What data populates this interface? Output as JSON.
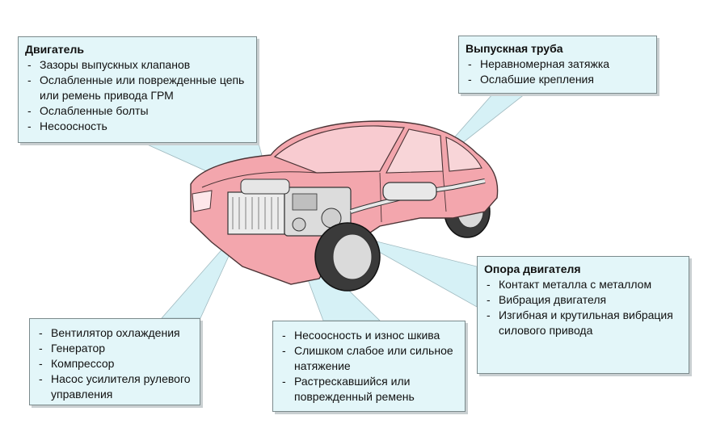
{
  "callouts": {
    "engine": {
      "title": "Двигатель",
      "items": [
        "Зазоры выпускных клапанов",
        "Ослабленные или поврежденные цепь или ремень привода ГРМ",
        "Ослабленные болты",
        "Несоосность"
      ]
    },
    "exhaust": {
      "title": "Выпускная труба",
      "items": [
        "Неравномерная затяжка",
        "Ослабшие крепления"
      ]
    },
    "engine_mount": {
      "title": "Опора двигателя",
      "items": [
        "Контакт металла с металлом",
        "Вибрация двигателя",
        "Изгибная и крутильная вибрация силового привода"
      ]
    },
    "accessories": {
      "items": [
        "Вентилятор охлаждения",
        "Генератор",
        "Компрессор",
        "Насос усилителя рулевого управления"
      ]
    },
    "belt": {
      "items": [
        "Несоосность и износ шкива",
        "Слишком слабое или сильное натяжение",
        "Растрескавшийся или поврежденный ремень"
      ]
    }
  },
  "colors": {
    "car_body": "#f3a6ad",
    "callout_fill": "#e3f6f9",
    "beam": "#d6f1f6"
  }
}
